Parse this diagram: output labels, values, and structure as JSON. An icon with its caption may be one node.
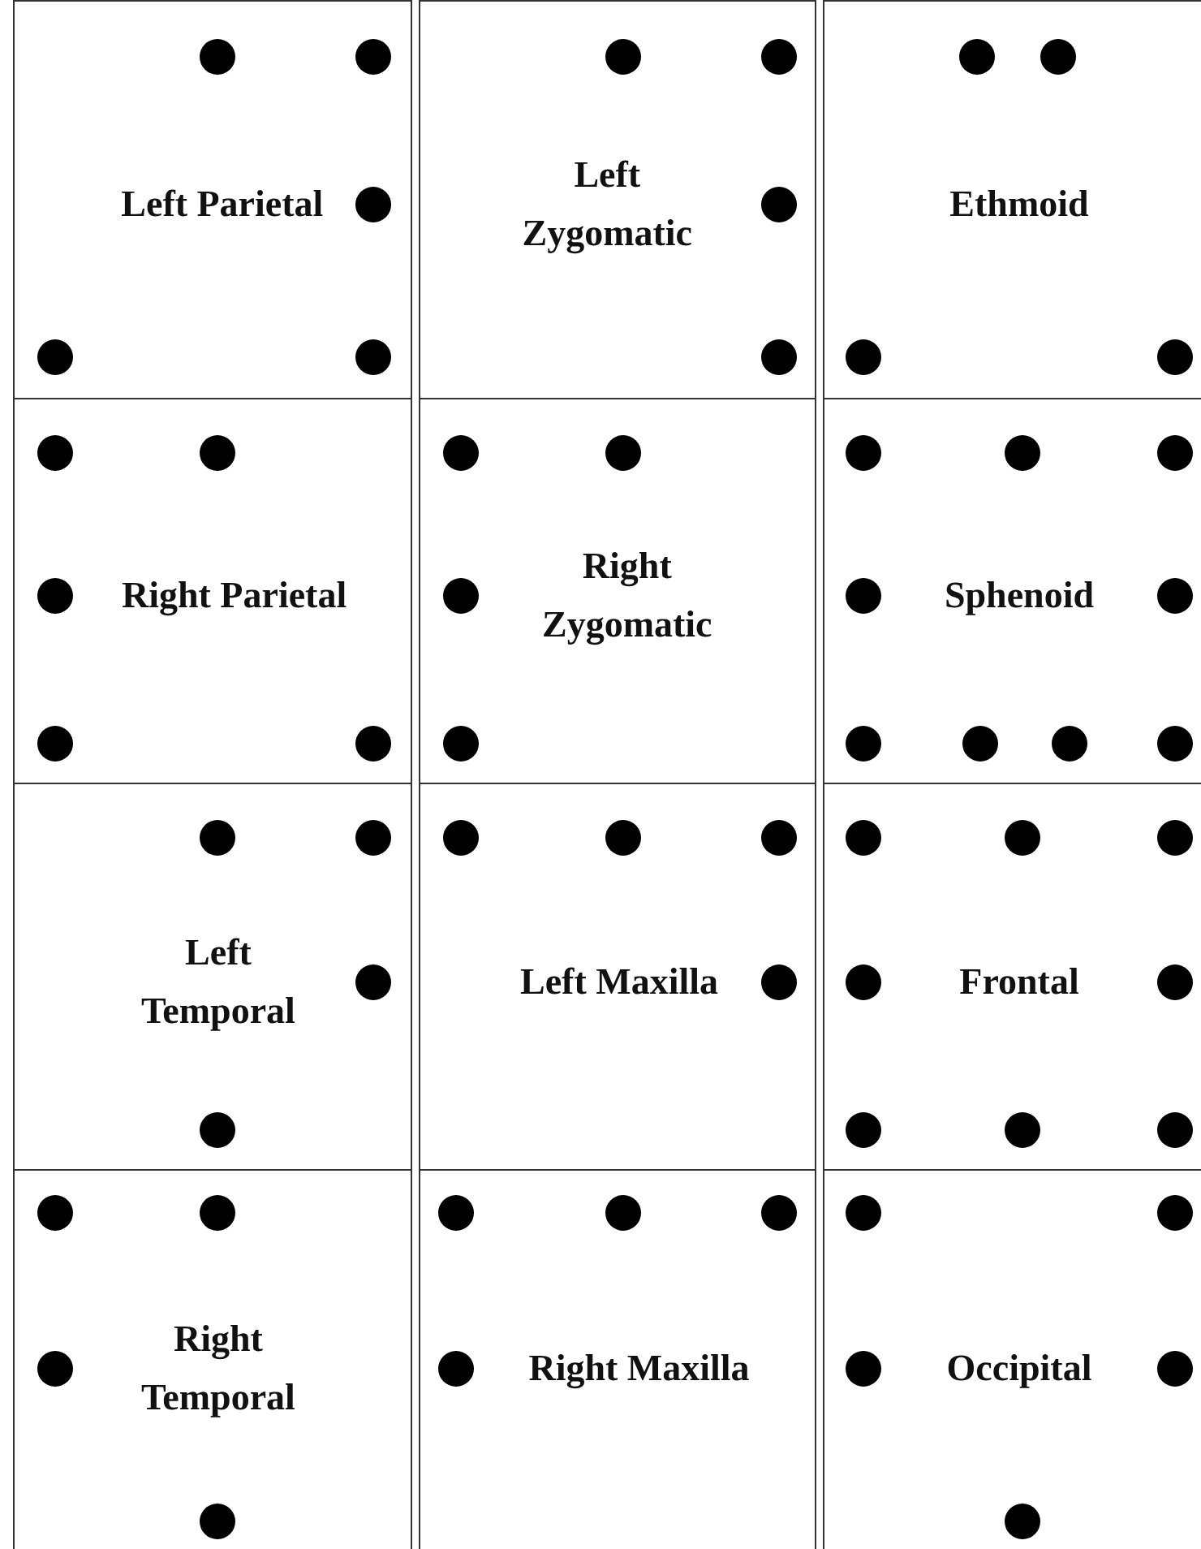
{
  "diagram": {
    "nodes": [
      {
        "text": [
          "Left Parietal"
        ]
      },
      {
        "text": [
          "Left Zygomatic"
        ]
      },
      {
        "text": [
          "Ethmoid"
        ]
      },
      {
        "text": [
          "Right Parietal"
        ]
      },
      {
        "text": [
          "Right Zygomatic"
        ]
      },
      {
        "text": [
          "Sphenoid"
        ]
      },
      {
        "text": [
          "Left Temporal"
        ]
      },
      {
        "text": [
          "Left Maxilla"
        ]
      },
      {
        "text": [
          "Frontal"
        ]
      },
      {
        "text": [
          "Right Temporal"
        ]
      },
      {
        "text": [
          "Right Maxilla"
        ]
      },
      {
        "text": [
          "Occipital"
        ]
      }
    ]
  }
}
